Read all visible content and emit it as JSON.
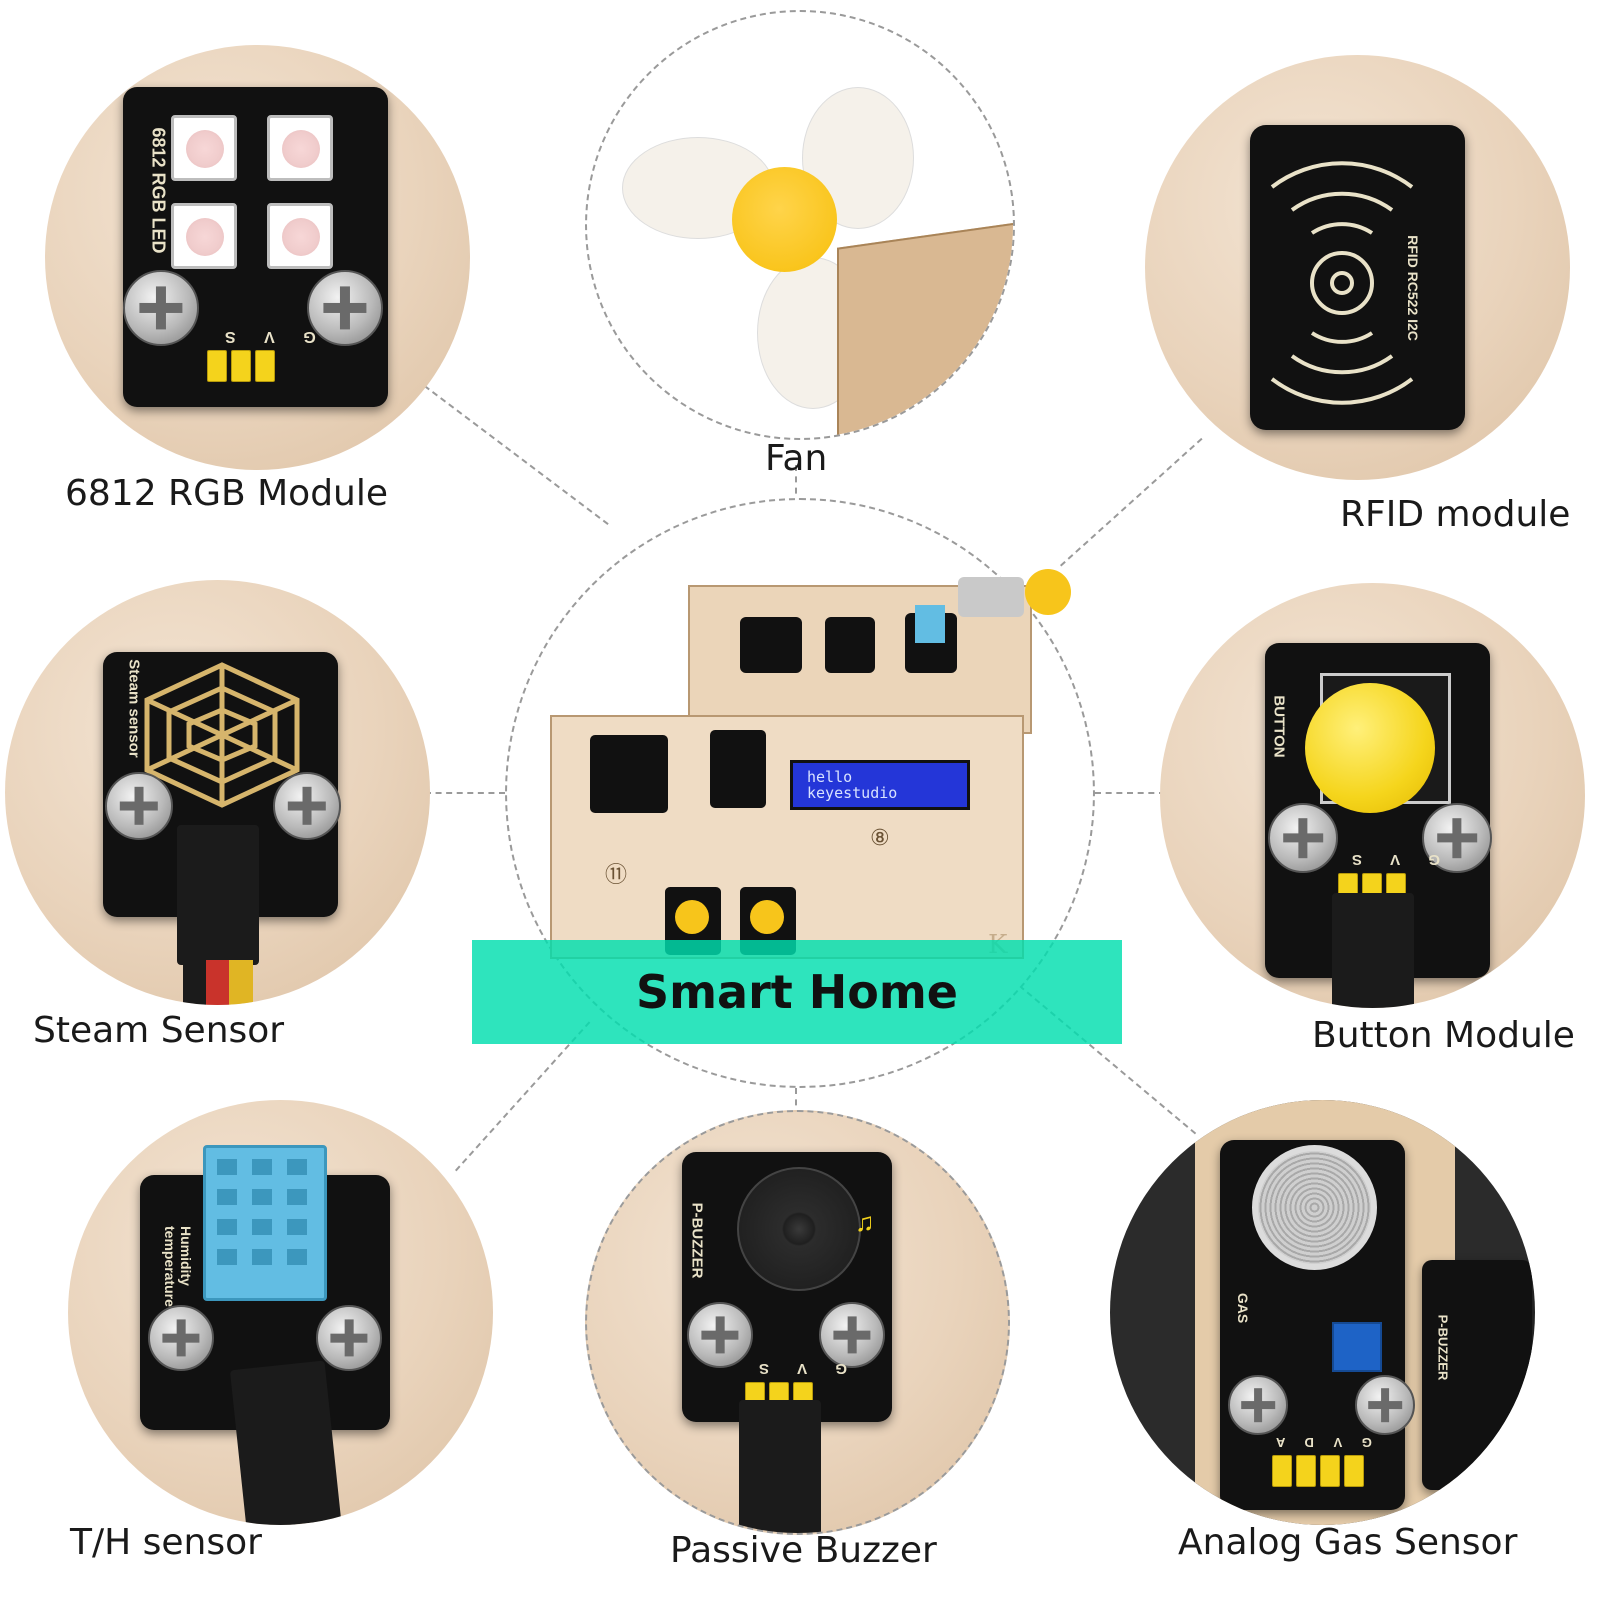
{
  "banner": {
    "title": "Smart Home"
  },
  "modules": {
    "rgb": {
      "label": "6812 RGB  Module",
      "silk_name": "6812 RGB LED",
      "pins": "G V S"
    },
    "fan": {
      "label": "Fan"
    },
    "rfid": {
      "label": "RFID module",
      "silk_name": "RFID RC522 I2C"
    },
    "steam": {
      "label": "Steam Sensor",
      "silk_name": "Steam sensor"
    },
    "button": {
      "label": "Button Module",
      "silk_name": "BUTTON",
      "pins": "G V S"
    },
    "th": {
      "label": "T/H sensor",
      "silk_name": "Humidity temperature"
    },
    "buzzer": {
      "label": "Passive Buzzer",
      "silk_name": "P-BUZZER",
      "pins": "G V S"
    },
    "gas": {
      "label": "Analog Gas Sensor",
      "silk_name": "GAS",
      "pins": "G V D A",
      "side_silk": "P-BUZZER"
    }
  },
  "house": {
    "lcd_line1": "hello",
    "lcd_line2": "keyestudio",
    "marker_left": "⑪",
    "marker_right": "⑧",
    "corner_letter": "K"
  },
  "colors": {
    "banner": "#00deaf",
    "wood": "#e9d3bb",
    "board": "#111111",
    "lcd": "#2436d8",
    "yellow": "#f7c51b",
    "dht_blue": "#62bde3"
  }
}
